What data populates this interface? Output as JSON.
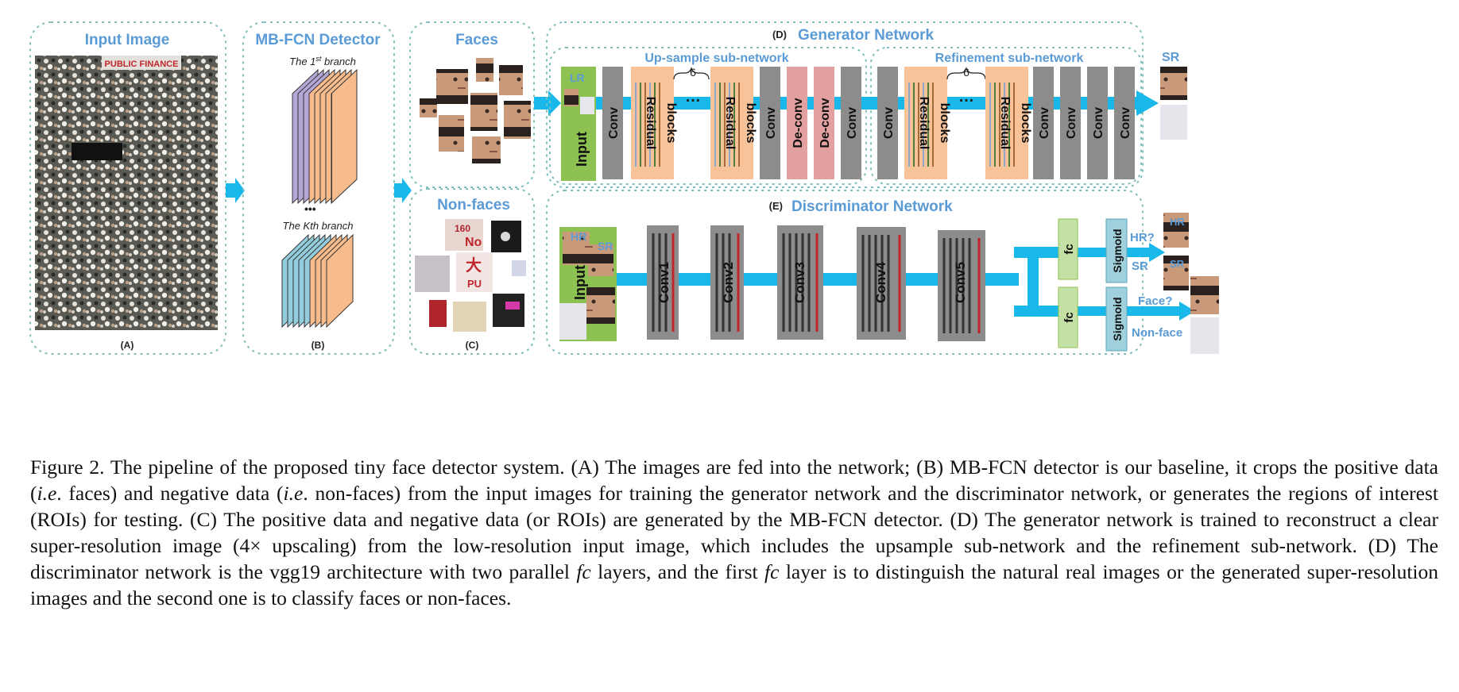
{
  "panels": {
    "input": {
      "title": "Input Image",
      "label": "(A)",
      "sign_text": "PUBLIC FINANCE"
    },
    "detector": {
      "title": "MB-FCN Detector",
      "label": "(B)",
      "branch1": "The 1",
      "branch1_sup": "st",
      "branch1_suffix": " branch",
      "dots": "•••",
      "branchk": "The Kth branch"
    },
    "faces": {
      "title": "Faces"
    },
    "nonfaces": {
      "title": "Non-faces",
      "label": "(C)",
      "sign1": "160",
      "sign2": "No",
      "sign3": "大",
      "sign4": "PU"
    },
    "generator": {
      "tag": "(D)",
      "title": "Generator Network",
      "upsample_title": "Up-sample sub-network",
      "refine_title": "Refinement sub-network",
      "lr_label": "LR",
      "input_label": "Input",
      "blocks": [
        "Conv",
        "Residual",
        "blocks",
        "Conv",
        "De-conv",
        "De-conv",
        "Conv"
      ],
      "refine_blocks": [
        "Conv",
        "Conv",
        "Conv",
        "Conv",
        "Conv"
      ],
      "repeat_count": "6",
      "ellipsis": "…",
      "sr_label": "SR"
    },
    "discriminator": {
      "tag": "(E)",
      "title": "Discriminator Network",
      "hr_label": "HR",
      "sr_label": "SR",
      "input_label": "Input",
      "convs": [
        "Conv1",
        "Conv2",
        "Conv3",
        "Conv4",
        "Conv5"
      ],
      "fc": "fc",
      "sigmoid": "Sigmoid",
      "out1_q": "HR?",
      "out1_a": "SR",
      "out2_q": "Face?",
      "out2_a": "Non-face",
      "thumb_hr": "HR",
      "thumb_sr": "SR"
    }
  },
  "caption": {
    "p1": "Figure 2. The pipeline of the proposed tiny face detector system. (A) The images are fed into the network; (B) MB-FCN detector is our baseline, it crops the positive data (",
    "ie1": "i.e",
    "p2": ". faces) and negative data (",
    "ie2": "i.e",
    "p3": ". non-faces) from the input images for training the generator network and the discriminator network, or generates the regions of interest (ROIs) for testing. (C) The positive data and negative data (or ROIs) are generated by the MB-FCN detector. (D) The generator network is trained to reconstruct a clear super-resolution image (4× upscaling) from the low-resolution input image, which includes the upsample sub-network and the refinement sub-network. (D) The discriminator network is the vgg19 architecture with two parallel ",
    "fc1": "fc",
    "p4": " layers, and the first ",
    "fc2": "fc",
    "p5": " layer is to distinguish the natural real images or the generated super-resolution images and the second one is to classify faces or non-faces."
  },
  "colors": {
    "accent": "#5b9bd5",
    "arrow": "#19b8ea",
    "conv": "#8c8c8c",
    "residual": "#f9c39a",
    "deconv": "#e2a0a0",
    "input_green": "#8dc152",
    "fc_green": "#c5e0a5",
    "sigmoid": "#9fd0dc",
    "dash": "#7fbfbf",
    "purple": "#b4a7d6",
    "cyan": "#93cddd",
    "orange": "#f8bb8b"
  }
}
